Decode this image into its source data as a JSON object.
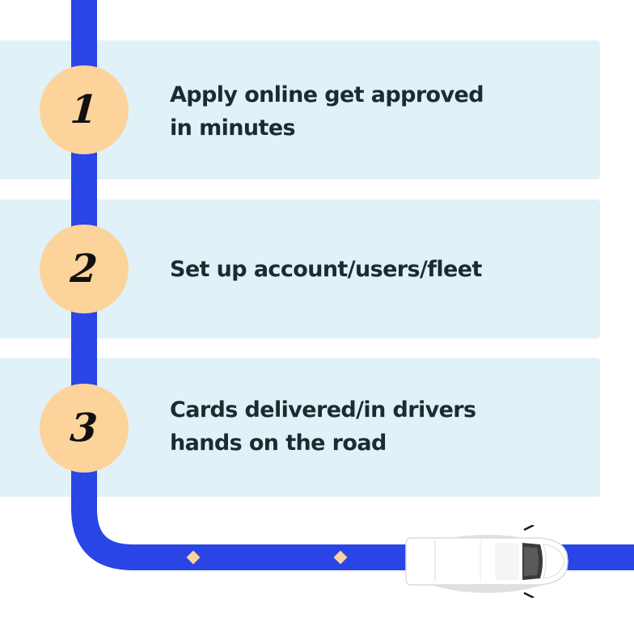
{
  "steps": [
    {
      "number": "1",
      "text": "Apply online get approved in minutes"
    },
    {
      "number": "2",
      "text": "Set up account/users/fleet"
    },
    {
      "number": "3",
      "text": "Cards delivered/in drivers hands on the road"
    }
  ],
  "colors": {
    "road": "#2945e6",
    "card_background": "#e1f1f8",
    "badge": "#fcd39b",
    "road_marker": "#fcd39b",
    "text": "#1d2b31",
    "van": "#ffffff"
  },
  "icons": {
    "vehicle": "van-icon",
    "road_marker": "diamond-marker-icon"
  }
}
